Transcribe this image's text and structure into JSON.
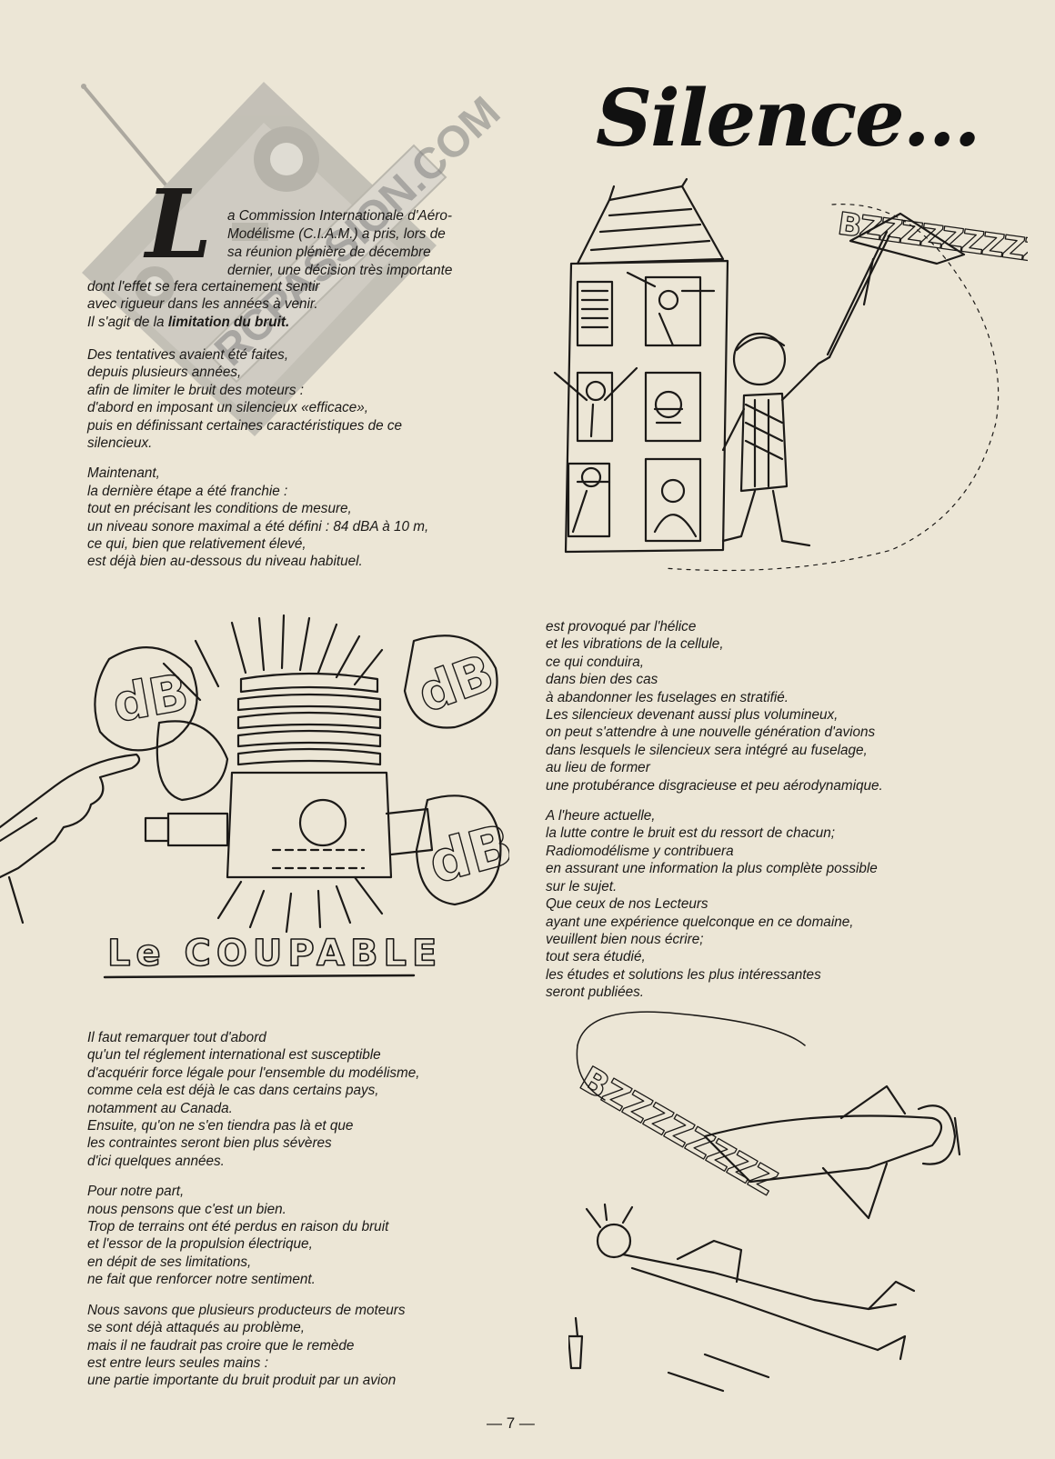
{
  "title": "Silence...",
  "intro": {
    "dropcap": "L",
    "lines": [
      "a Commission Internationale d'Aéro-",
      "Modélisme (C.I.A.M.) a pris, lors de",
      "sa réunion plénière de décembre",
      "dernier, une décision très importante"
    ],
    "continued": [
      "dont l'effet se fera certainement sentir",
      "avec rigueur dans les années à venir."
    ],
    "last_prefix": "Il s'agit de la ",
    "last_bold": "limitation du bruit."
  },
  "left_top_paragraphs": [
    [
      "Des tentatives avaient été faites,",
      "depuis plusieurs années,",
      "afin de limiter le bruit des moteurs :",
      "d'abord en imposant un silencieux «efficace»,",
      "puis en définissant certaines caractéristiques de ce",
      "silencieux."
    ],
    [
      "Maintenant,",
      "la dernière étape a été franchie :",
      "tout en précisant les conditions de mesure,",
      "un niveau sonore maximal a été défini : 84 dBA à 10 m,",
      "ce qui, bien que relativement élevé,",
      "est déjà bien au-dessous du niveau habituel."
    ]
  ],
  "left_bottom_paragraphs": [
    [
      "Il faut remarquer tout d'abord",
      "qu'un tel réglement international est susceptible",
      "d'acquérir force légale pour l'ensemble du modélisme,",
      "comme cela est déjà le cas dans certains pays,",
      "notamment au Canada.",
      "Ensuite, qu'on ne s'en tiendra pas là et que",
      "les contraintes seront bien plus sévères",
      "d'ici quelques années."
    ],
    [
      "Pour notre part,",
      "nous pensons que c'est un bien.",
      "Trop de terrains ont été perdus en raison du bruit",
      "et l'essor de la propulsion électrique,",
      "en dépit de ses limitations,",
      "ne fait que renforcer notre sentiment."
    ],
    [
      "Nous savons que plusieurs producteurs de moteurs",
      "se sont déjà attaqués au problème,",
      "mais il ne faudrait pas croire que le remède",
      "est entre leurs seules mains :",
      "une partie importante du bruit produit par un avion"
    ]
  ],
  "right_paragraphs": [
    [
      "est provoqué par l'hélice",
      "et les vibrations de la cellule,",
      "ce qui conduira,",
      "dans bien des cas",
      "à abandonner les fuselages en stratifié.",
      "Les silencieux devenant aussi plus volumineux,",
      "on peut s'attendre à une nouvelle génération d'avions",
      "dans lesquels le silencieux sera intégré au fuselage,",
      "au lieu de former",
      "une protubérance disgracieuse et peu aérodynamique."
    ],
    [
      "A l'heure actuelle,",
      "la lutte contre le bruit est du ressort de chacun;",
      "Radiomodélisme y contribuera",
      "en assurant une information la plus complète possible",
      "sur le sujet.",
      "Que ceux de nos Lecteurs",
      "ayant une expérience quelconque en ce domaine,",
      "veuillent bien nous écrire;",
      "tout sera étudié,",
      "les études et solutions les plus intéressantes",
      "seront publiées."
    ]
  ],
  "illustration_engine": {
    "caption": "Le COUPABLE",
    "db_labels": [
      "dB",
      "dB",
      "dB"
    ]
  },
  "illustration_house": {
    "buzz": "BZZZZZZZZZZZZZZZZZZZZZZZZ"
  },
  "illustration_plane": {
    "buzz": "BZZZZZZZZ"
  },
  "page_number": "— 7 —",
  "watermark_text": "RCPASSION.COM",
  "colors": {
    "paper": "#ece6d6",
    "ink": "#1c1a18",
    "watermark": "#9a9a9a"
  }
}
